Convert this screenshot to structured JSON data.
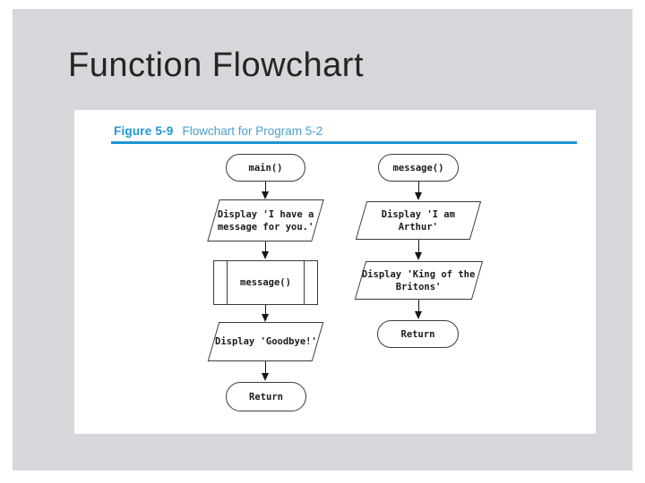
{
  "slide": {
    "title": "Function Flowchart"
  },
  "figure": {
    "label": "Figure 5-9",
    "caption": "Flowchart for Program 5-2"
  },
  "colors": {
    "slide_background": "#d5d7da",
    "figure_accent_blue": "#1e94d2",
    "caption_label_blue": "#1e97d5",
    "caption_text_blue": "#4aa0cc",
    "title_text": "#242424",
    "shape_stroke": "#3a3a3a",
    "arrow_color": "#161616"
  },
  "flowchart_main": {
    "nodes": [
      {
        "type": "terminal",
        "label": "main()"
      },
      {
        "type": "io",
        "label": "Display 'I have a\nmessage for you.'"
      },
      {
        "type": "predefined_process",
        "label": "message()"
      },
      {
        "type": "io",
        "label": "Display 'Goodbye!'"
      },
      {
        "type": "terminal",
        "label": "Return"
      }
    ]
  },
  "flowchart_message": {
    "nodes": [
      {
        "type": "terminal",
        "label": "message()"
      },
      {
        "type": "io",
        "label": "Display 'I am Arthur'"
      },
      {
        "type": "io",
        "label": "Display 'King of the\nBritons'"
      },
      {
        "type": "terminal",
        "label": "Return"
      }
    ]
  }
}
